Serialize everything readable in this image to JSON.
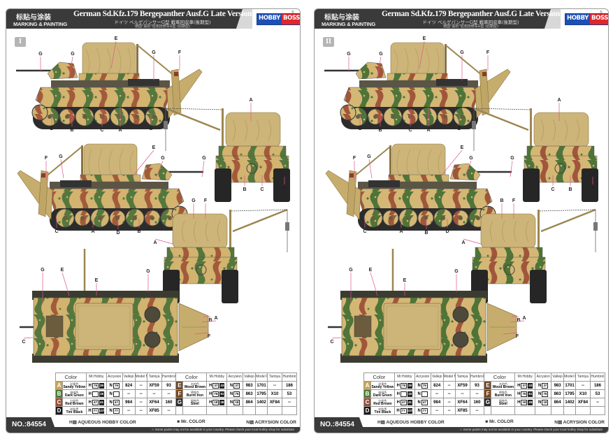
{
  "header": {
    "cn_title": "标贴与涂装",
    "en_subtitle": "MARKING & PAINTING",
    "title": "German Sd.Kfz.179 Bergepanther Ausf.G Late Version",
    "jp_title": "ドイツ ベルゲパンサーG型 戦車回収車(後期型)",
    "zh_title": "德国\"黑豹\"坦克抢修车G型 (后期型)",
    "logo_left": "HOBBY",
    "logo_right": "BOSS",
    "registered": "®"
  },
  "pages": [
    {
      "numeral": "I",
      "camo": {
        "sand": "#d2b36f",
        "green": "#55773d",
        "brown": "#a35a3b"
      },
      "callouts": [
        "G",
        "G",
        "E",
        "G",
        "F",
        "D",
        "B",
        "C",
        "A",
        "G",
        "A",
        "B",
        "C",
        "G",
        "F",
        "G",
        "E",
        "G",
        "G",
        "C",
        "A",
        "D",
        "B",
        "G",
        "F",
        "A",
        "E",
        "G",
        "E",
        "G",
        "B",
        "A",
        "C",
        "F"
      ]
    },
    {
      "numeral": "II",
      "camo": {
        "sand": "#d4b775",
        "green": "#4f7438",
        "brown": "#a0563a"
      },
      "callouts": [
        "G",
        "G",
        "E",
        "G",
        "F",
        "G",
        "B",
        "C",
        "A",
        "D",
        "A",
        "C",
        "B",
        "G",
        "F",
        "G",
        "E",
        "G",
        "G",
        "C",
        "A",
        "B",
        "D",
        "B",
        "F",
        "A",
        "E",
        "G",
        "E",
        "G",
        "B",
        "A",
        "C",
        "F"
      ]
    }
  ],
  "table": {
    "headers": [
      "Color",
      "Mr.Hobby",
      "Acrysion",
      "Vallejo",
      "Model Master",
      "Tamiya",
      "Humbrol"
    ],
    "colors": [
      {
        "letter": "A",
        "swatch": "#c9a45a",
        "cn": "砂黄色",
        "en": "Sandy Yellow",
        "h": "79",
        "c": "39",
        "n": "79",
        "vallejo": "824",
        "mm": "--",
        "tamiya": "XF59",
        "humbrol": "93"
      },
      {
        "letter": "B",
        "swatch": "#4f7a3a",
        "cn": "暗绿色",
        "en": "Dark Green",
        "h": "",
        "c": "18",
        "n": "",
        "vallejo": "--",
        "mm": "--",
        "tamiya": "--",
        "humbrol": "--"
      },
      {
        "letter": "C",
        "swatch": "#9a4f33",
        "cn": "红棕色",
        "en": "Red Brown",
        "h": "47",
        "c": "41",
        "n": "47",
        "vallejo": "984",
        "mm": "--",
        "tamiya": "XF64",
        "humbrol": "160"
      },
      {
        "letter": "D",
        "swatch": "#1a1a1a",
        "cn": "轮胎黑",
        "en": "Tire Black",
        "h": "77",
        "c": "137",
        "n": "77",
        "vallejo": "--",
        "mm": "--",
        "tamiya": "XF85",
        "humbrol": "--"
      },
      {
        "letter": "E",
        "swatch": "#6e4a2a",
        "cn": "木棕色",
        "en": "Wood Brown",
        "h": "37",
        "c": "43",
        "n": "37",
        "vallejo": "983",
        "mm": "1701",
        "tamiya": "--",
        "humbrol": "186"
      },
      {
        "letter": "F",
        "swatch": "#7a4a1e",
        "cn": "锈铁色",
        "en": "Burnt Iron",
        "h": "76",
        "c": "61",
        "n": "76",
        "vallejo": "863",
        "mm": "1795",
        "tamiya": "X10",
        "humbrol": "53"
      },
      {
        "letter": "G",
        "swatch": "#2b2b2b",
        "cn": "钢铁色",
        "en": "Steel",
        "h": "18",
        "c": "28",
        "n": "18",
        "vallejo": "864",
        "mm": "1402",
        "tamiya": "XF84",
        "humbrol": "--"
      }
    ],
    "h_prefix": "H",
    "n_prefix": "N"
  },
  "footer": {
    "product_no": "NO.:84554",
    "legend_h": "H▤ AQUEOUS HOBBY COLOR",
    "legend_c": "■ Mr. COLOR",
    "legend_n": "N▤ ACRYSION COLOR",
    "note": "☆ Some paints may not be available in your country. Please check your local hobby shop for substitute"
  }
}
